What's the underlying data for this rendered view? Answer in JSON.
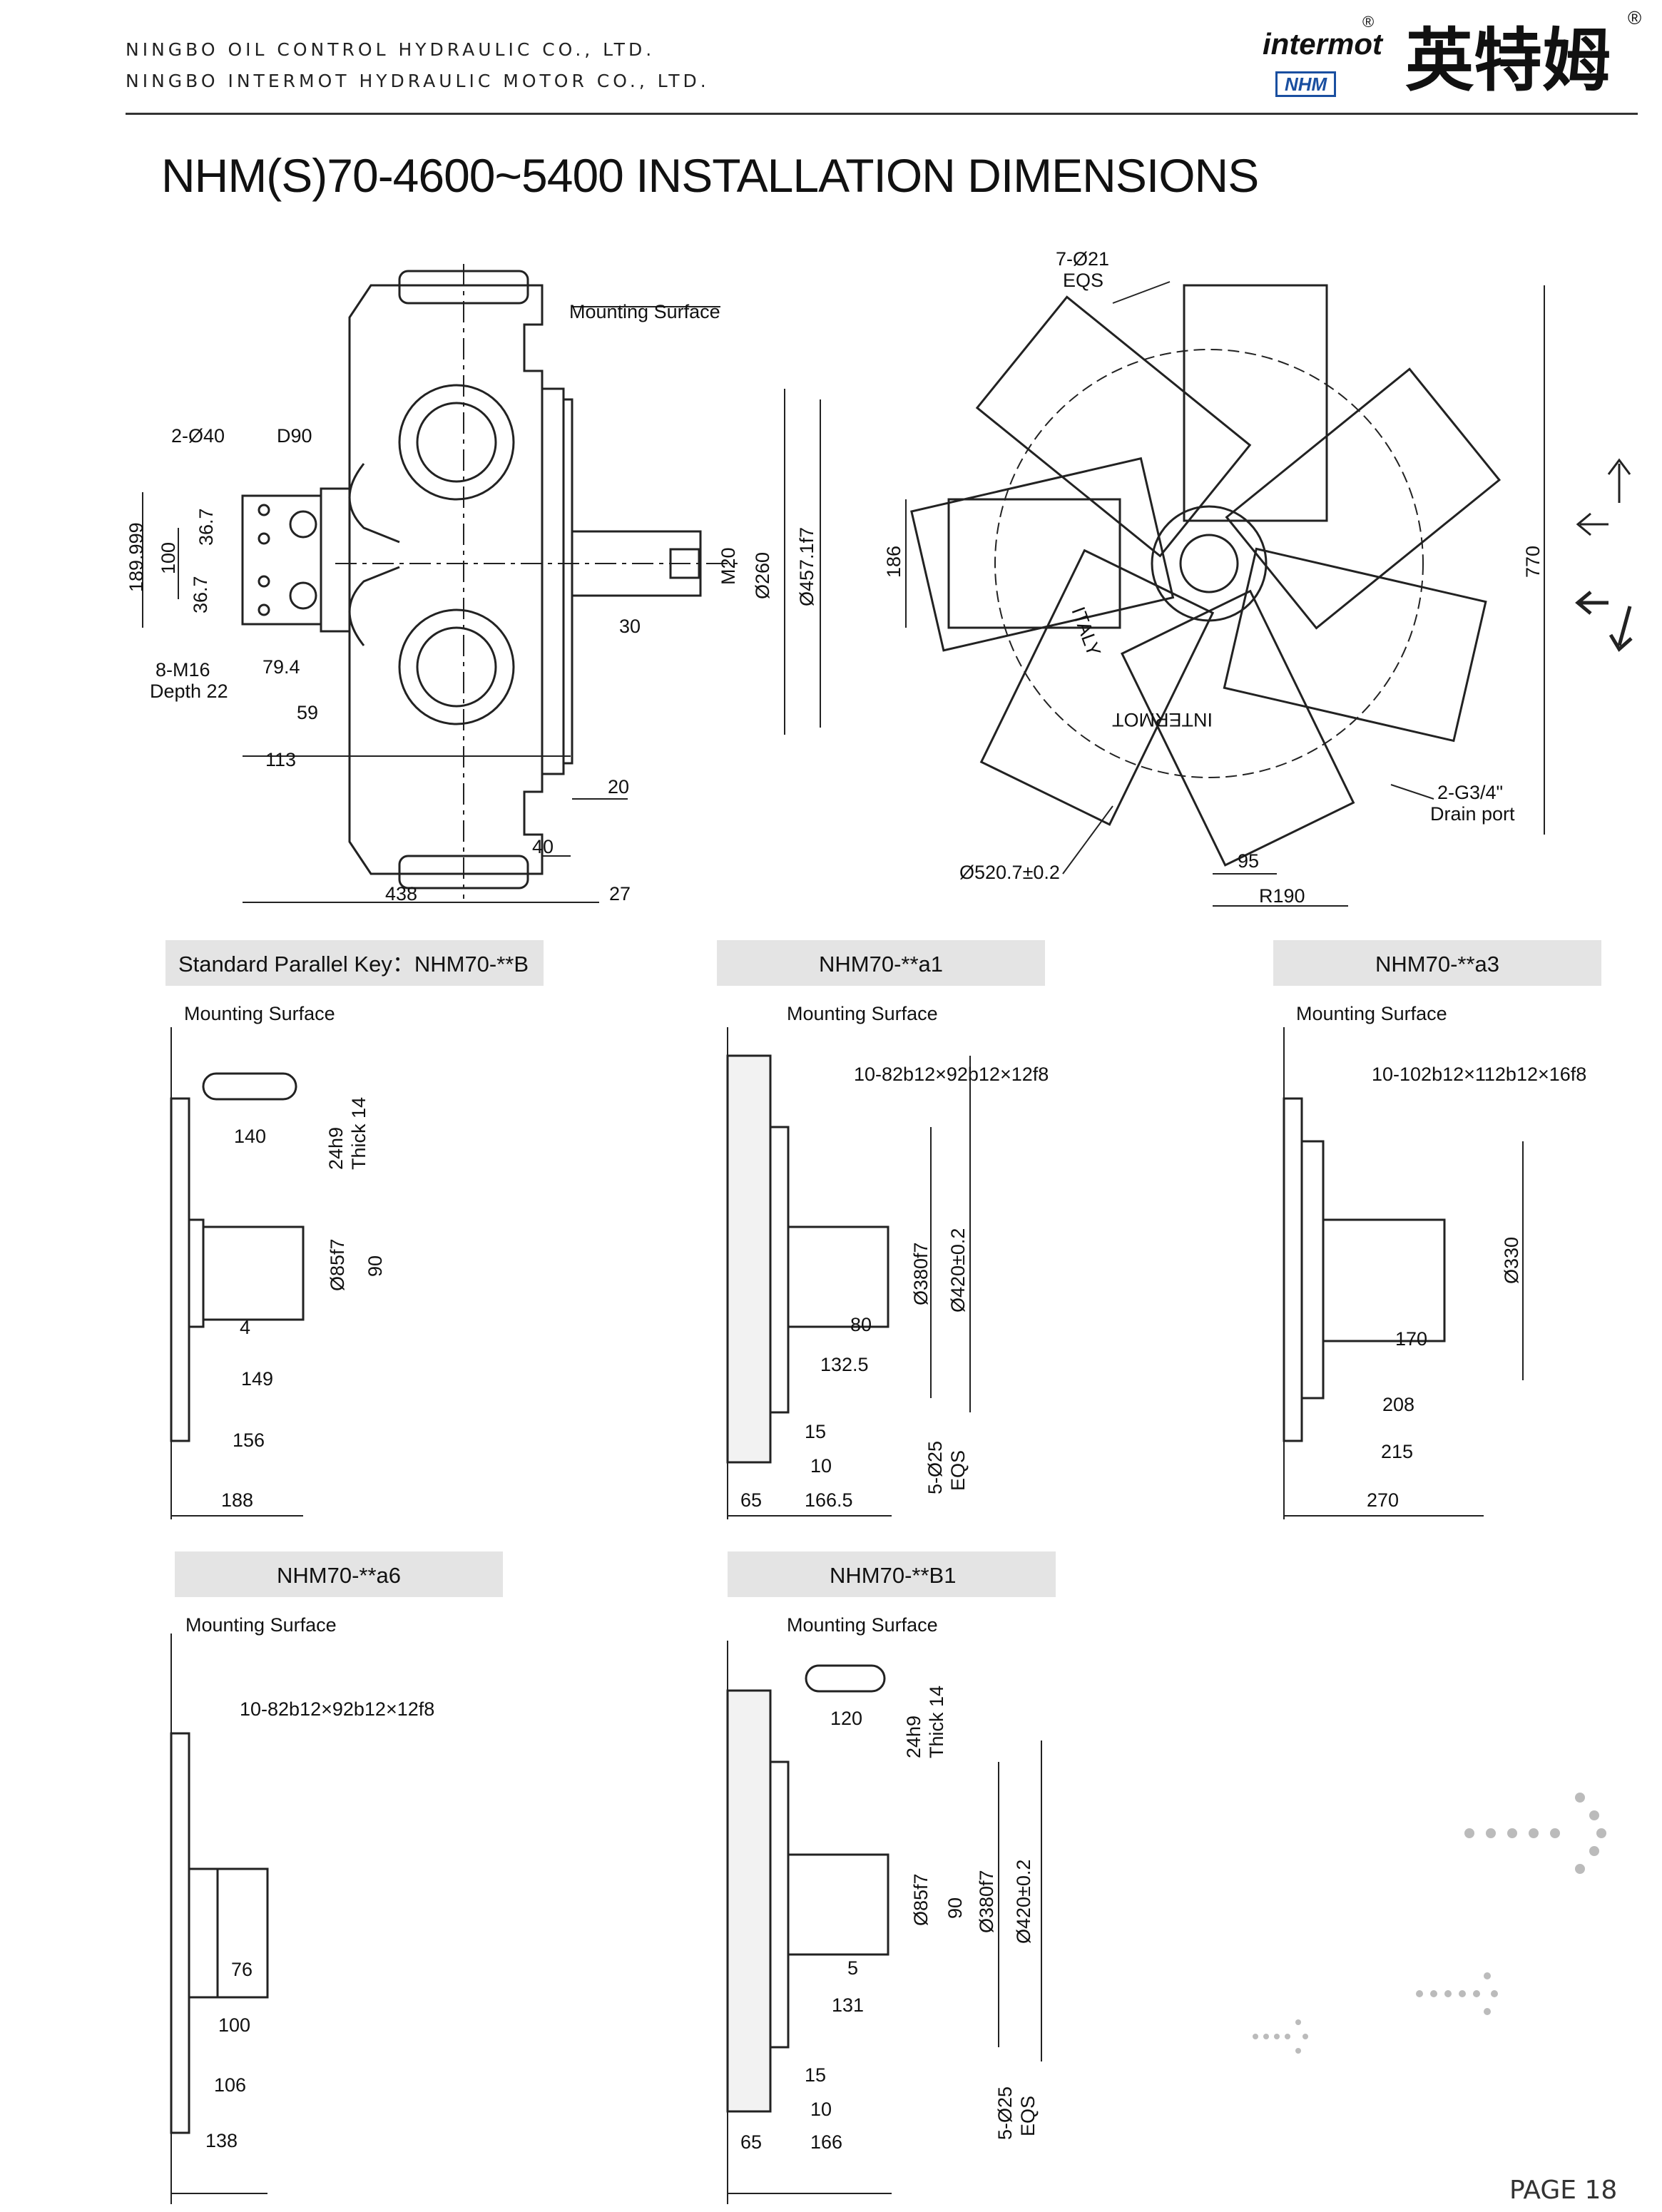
{
  "header": {
    "company_line1": "NINGBO OIL CONTROL HYDRAULIC CO., LTD.",
    "company_line2": "NINGBO INTERMOT HYDRAULIC MOTOR CO., LTD.",
    "brand_en": "intermot",
    "brand_sub": "NHM",
    "brand_cn": "英特姆",
    "registered": "®"
  },
  "title": "NHM(S)70-4600~5400  INSTALLATION DIMENSIONS",
  "side_view": {
    "mounting_surface": "Mounting Surface",
    "holes": "2-Ø40",
    "d90": "D90",
    "d189": "189.999",
    "d100": "100",
    "d36a": "36.7",
    "d36b": "36.7",
    "m16": "8-M16",
    "depth": "Depth 22",
    "d79": "79.4",
    "d59": "59",
    "d113": "113",
    "d30": "30",
    "m20": "M20",
    "d260": "Ø260",
    "d457": "Ø457.1f7",
    "d20": "20",
    "d40": "40",
    "d438": "438",
    "d27": "27"
  },
  "front_view": {
    "holes": "7-Ø21",
    "eqs": "EQS",
    "d186": "186",
    "d770": "770",
    "drain1": "2-G3/4\"",
    "drain2": "Drain port",
    "d520": "Ø520.7±0.2",
    "d95": "95",
    "r190": "R190",
    "stamp_italy": "ITALY",
    "stamp_intermot": "INTERMOT"
  },
  "details": {
    "b": {
      "label": "Standard Parallel Key：NHM70-**B",
      "mounting_surface": "Mounting Surface",
      "d140": "140",
      "key1": "24h9",
      "key2": "Thick 14",
      "d85": "Ø85f7",
      "d90": "90",
      "d4": "4",
      "d149": "149",
      "d156": "156",
      "d188": "188"
    },
    "a1": {
      "label": "NHM70-**a1",
      "mounting_surface": "Mounting Surface",
      "spline": "10-82b12×92b12×12f8",
      "d380": "Ø380f7",
      "d420": "Ø420±0.2",
      "d80": "80",
      "d132": "132.5",
      "d15": "15",
      "d10": "10",
      "holes": "5-Ø25",
      "eqs": "EQS",
      "d65": "65",
      "d166": "166.5"
    },
    "a3": {
      "label": "NHM70-**a3",
      "mounting_surface": "Mounting Surface",
      "spline": "10-102b12×112b12×16f8",
      "d330": "Ø330",
      "d170": "170",
      "d208": "208",
      "d215": "215",
      "d270": "270"
    },
    "a6": {
      "label": "NHM70-**a6",
      "mounting_surface": "Mounting Surface",
      "spline": "10-82b12×92b12×12f8",
      "d76": "76",
      "d100": "100",
      "d106": "106",
      "d138": "138"
    },
    "b1": {
      "label": "NHM70-**B1",
      "mounting_surface": "Mounting Surface",
      "d120": "120",
      "key1": "24h9",
      "key2": "Thick 14",
      "d85": "Ø85f7",
      "d90": "90",
      "d380": "Ø380f7",
      "d420": "Ø420±0.2",
      "d5": "5",
      "d131": "131",
      "d15": "15",
      "d10": "10",
      "holes": "5-Ø25",
      "eqs": "EQS",
      "d65": "65",
      "d166": "166"
    }
  },
  "page": "PAGE 18"
}
